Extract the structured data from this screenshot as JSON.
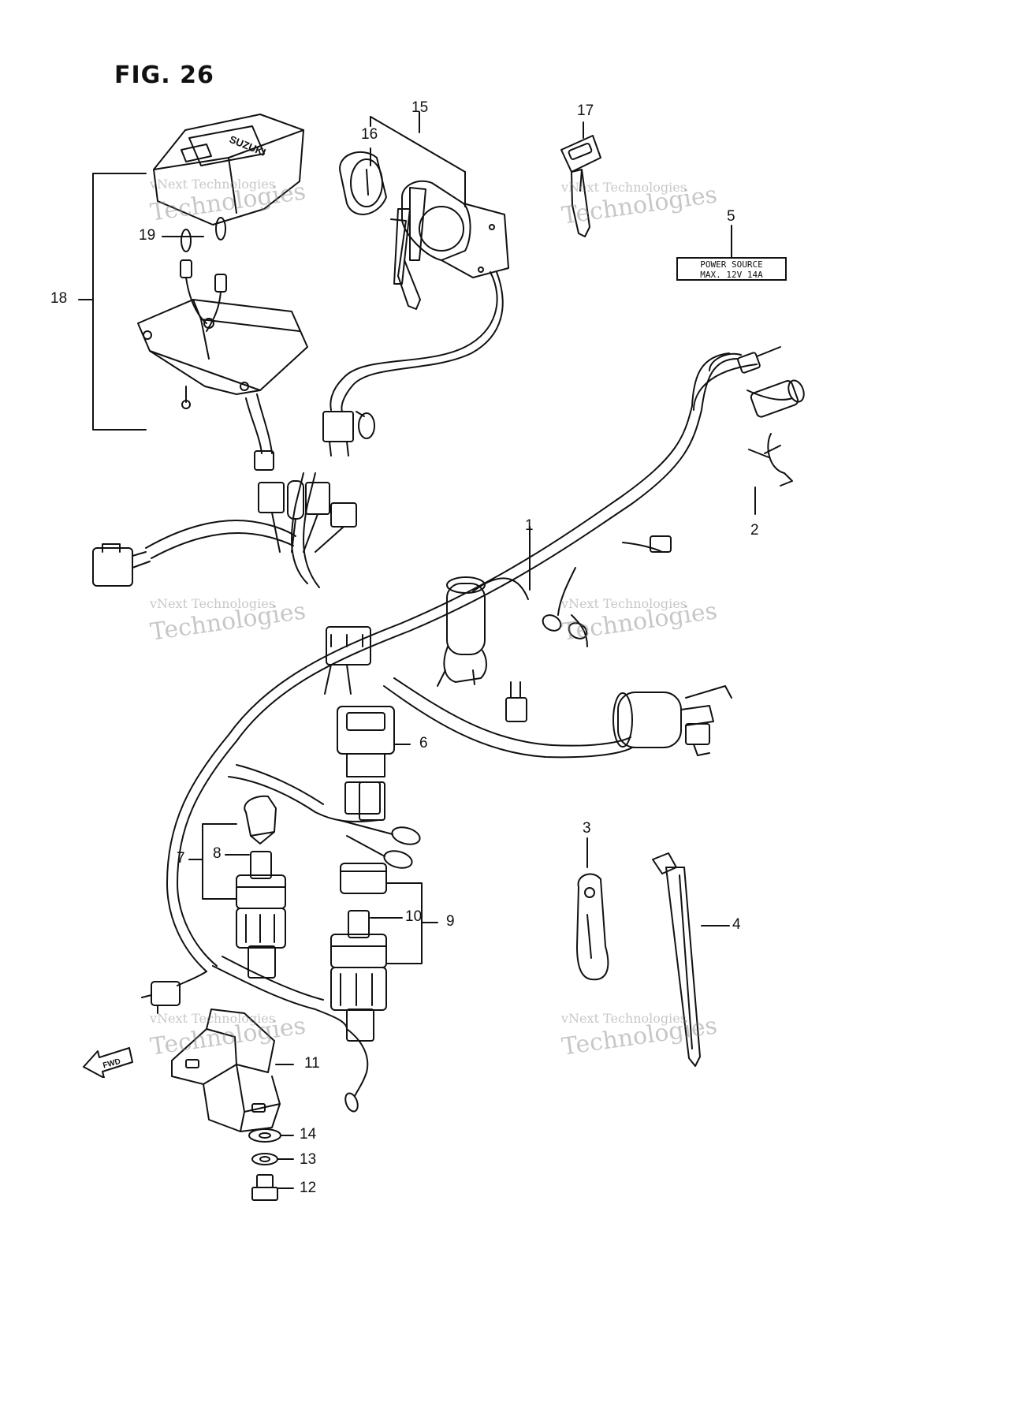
{
  "figure": {
    "title": "FIG. 26"
  },
  "power_source_label": {
    "line1": "POWER  SOURCE",
    "line2": "MAX.  12V  14A"
  },
  "fwd_arrow": {
    "label": "FWD"
  },
  "watermark": {
    "line1": "vNext Technologies",
    "line2": "Technologies"
  },
  "callouts": {
    "c1": "1",
    "c2": "2",
    "c3": "3",
    "c4": "4",
    "c5": "5",
    "c6": "6",
    "c7": "7",
    "c8": "8",
    "c9": "9",
    "c10": "10",
    "c11": "11",
    "c12": "12",
    "c13": "13",
    "c14": "14",
    "c15": "15",
    "c16": "16",
    "c17": "17",
    "c18": "18",
    "c19": "19"
  },
  "cover_logo_text": "SUZUKI",
  "colors": {
    "ink": "#111111",
    "watermark": "#9a9a9a",
    "background": "#ffffff"
  }
}
